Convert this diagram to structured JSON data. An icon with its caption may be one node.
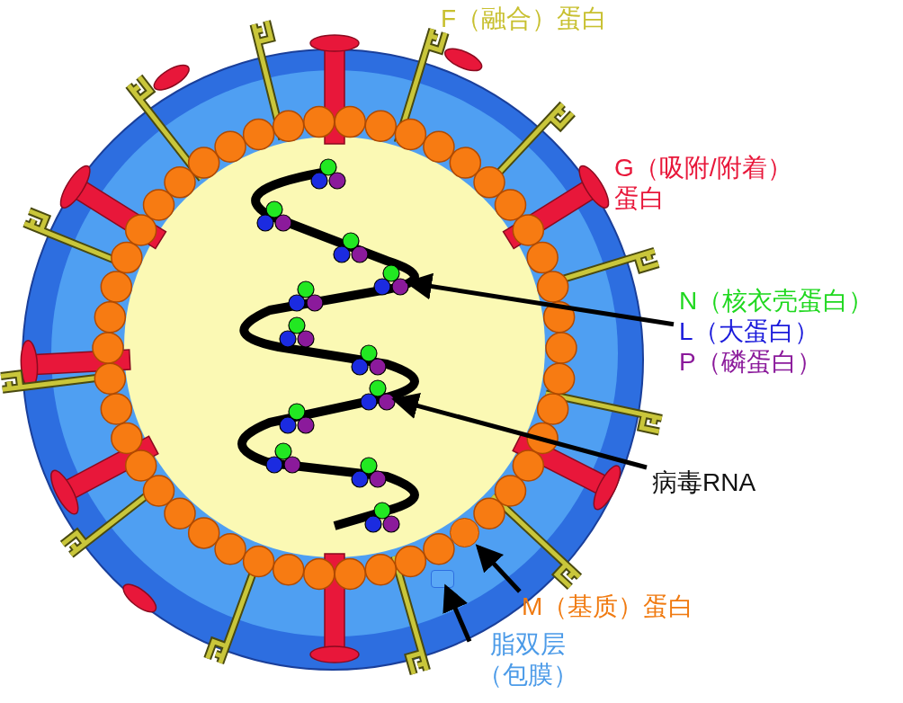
{
  "diagram": {
    "nodes": [
      {
        "text": [
          "N（核衣壳蛋白）",
          "L（大蛋白）",
          "P（磷蛋白）"
        ]
      },
      {
        "text": [],
        "shape": "picture"
      },
      {
        "text": [
          "病毒RNA"
        ]
      },
      {
        "text": [],
        "shape": "picture"
      },
      {
        "text": [
          "M（基质）蛋白"
        ]
      },
      {
        "text": [],
        "shape": "circle"
      },
      {
        "text": [
          "脂双层（包膜）"
        ]
      },
      {
        "text": [],
        "shape": "box"
      }
    ],
    "edges": [
      {
        "from": 0,
        "to": 1,
        "arrow": "to"
      },
      {
        "from": 2,
        "to": 3,
        "arrow": "to"
      },
      {
        "from": 4,
        "to": 5,
        "arrow": "to"
      },
      {
        "from": 6,
        "to": 7,
        "arrow": "to"
      }
    ],
    "labels": [
      "F（融合）蛋白",
      "G（吸附/附着）蛋白"
    ]
  }
}
